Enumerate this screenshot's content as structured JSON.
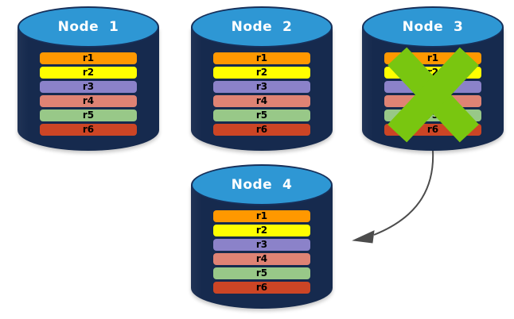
{
  "diagram": {
    "title": "Node replication / failover diagram",
    "background_color": "#ffffff",
    "colors": {
      "cylinder_body": "#162a4e",
      "cylinder_top": "#2e97d4",
      "cylinder_outline": "#17305a",
      "label_text": "#ffffff",
      "x_mark_green": "#79c610",
      "arrow": "#4c4c4c"
    }
  },
  "rows": [
    {
      "id": "r1",
      "label": "r1",
      "color": "#ff9800"
    },
    {
      "id": "r2",
      "label": "r2",
      "color": "#ffff00"
    },
    {
      "id": "r3",
      "label": "r3",
      "color": "#8b82c9"
    },
    {
      "id": "r4",
      "label": "r4",
      "color": "#df8374"
    },
    {
      "id": "r5",
      "label": "r5",
      "color": "#98c888"
    },
    {
      "id": "r6",
      "label": "r6",
      "color": "#cc4525"
    }
  ],
  "nodes": [
    {
      "id": "node1",
      "label": "Node  1",
      "failed": false
    },
    {
      "id": "node2",
      "label": "Node  2",
      "failed": false
    },
    {
      "id": "node3",
      "label": "Node  3",
      "failed": true
    },
    {
      "id": "node4",
      "label": "Node  4",
      "failed": false
    }
  ],
  "annotations": {
    "x_mark": {
      "target": "node3",
      "meaning": "node-failed-x-mark"
    },
    "arrow": {
      "from": "node3",
      "to": "node4",
      "meaning": "replication-transfer-arrow"
    }
  }
}
